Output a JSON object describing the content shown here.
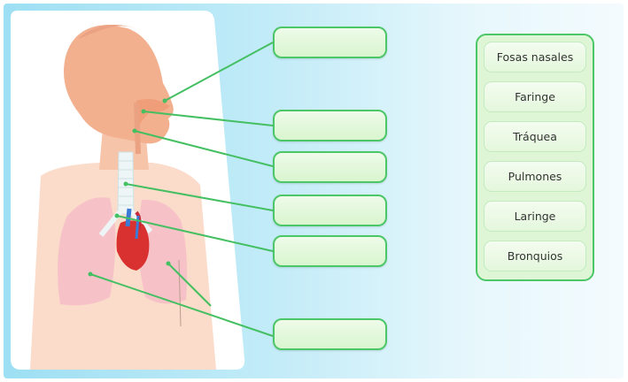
{
  "colors": {
    "background_left": "#9ddff3",
    "background_right": "#f4fbfe",
    "accent_green": "#4cc767",
    "box_fill": "#e3f8da",
    "skin": "#f2b08f",
    "torso": "#fbdbc9",
    "lungs": "#f6c2c8",
    "heart": "#d9312f",
    "trachea": "#eef5f6",
    "text": "#333333"
  },
  "illustration": {
    "subject": "human-respiratory-system"
  },
  "drop_targets": [
    {
      "id": "target-1",
      "value": ""
    },
    {
      "id": "target-2",
      "value": ""
    },
    {
      "id": "target-3",
      "value": ""
    },
    {
      "id": "target-4",
      "value": ""
    },
    {
      "id": "target-5",
      "value": ""
    },
    {
      "id": "target-6",
      "value": ""
    }
  ],
  "word_bank": {
    "items": [
      {
        "label": "Fosas nasales"
      },
      {
        "label": "Faringe"
      },
      {
        "label": "Tráquea"
      },
      {
        "label": "Pulmones"
      },
      {
        "label": "Laringe"
      },
      {
        "label": "Bronquios"
      }
    ]
  }
}
